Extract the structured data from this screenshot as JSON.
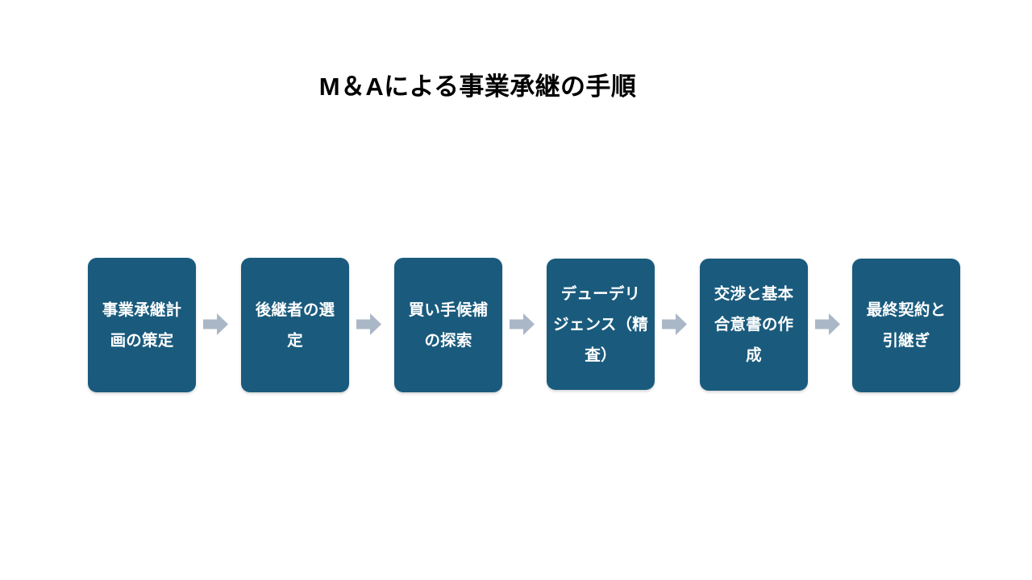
{
  "slide": {
    "title": "M＆Aによる事業承継の手順",
    "background_color": "#ffffff",
    "title_color": "#000000"
  },
  "flow": {
    "box_fill_color": "#1a5b7d",
    "box_text_color": "#ffffff",
    "arrow_color": "#aab7c6",
    "arrow_icon_name": "right-block-arrow-icon",
    "steps": [
      {
        "order": "1",
        "label": "事業承継計画の策定"
      },
      {
        "order": "2",
        "label": "後継者の選定"
      },
      {
        "order": "3",
        "label": "買い手候補の探索"
      },
      {
        "order": "4",
        "label": "デューデリジェンス（精査）"
      },
      {
        "order": "5",
        "label": "交渉と基本合意書の作成"
      },
      {
        "order": "6",
        "label": "最終契約と引継ぎ"
      }
    ],
    "arrows": [
      {
        "from": "1",
        "to": "2"
      },
      {
        "from": "2",
        "to": "3"
      },
      {
        "from": "3",
        "to": "4"
      },
      {
        "from": "4",
        "to": "5"
      },
      {
        "from": "5",
        "to": "6"
      }
    ]
  }
}
